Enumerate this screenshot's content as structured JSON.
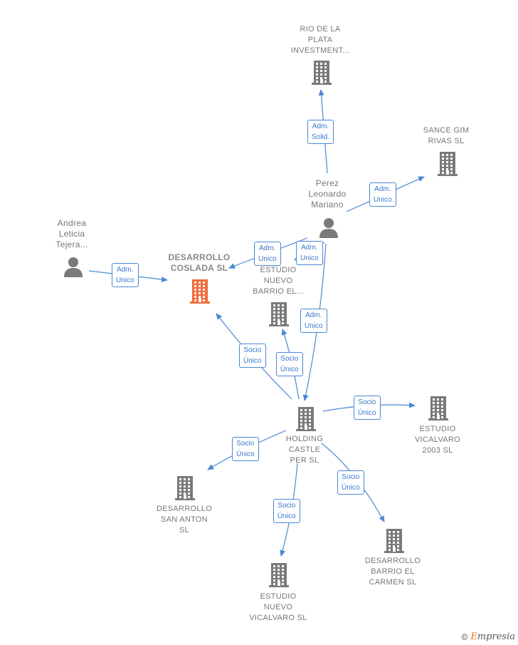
{
  "nodes": {
    "rio": {
      "label": "RIO DE LA\nPLATA\nINVESTMENT..."
    },
    "sance": {
      "label": "SANCE GIM\nRIVAS SL"
    },
    "perez": {
      "label": "Perez\nLeonardo\nMariano"
    },
    "andrea": {
      "label": "Andrea\nLeticia\nTejera..."
    },
    "desarrollo_coslada": {
      "label": "DESARROLLO\nCOSLADA SL"
    },
    "estudio_nuevo_barrio": {
      "label": "ESTUDIO\nNUEVO\nBARRIO EL..."
    },
    "holding": {
      "label": "HOLDING\nCASTLE\nPER SL"
    },
    "estudio_vicalvaro": {
      "label": "ESTUDIO\nVICALVARO\n2003 SL"
    },
    "desarrollo_san_anton": {
      "label": "DESARROLLO\nSAN ANTON\nSL"
    },
    "estudio_nuevo_vicalvaro": {
      "label": "ESTUDIO\nNUEVO\nVICALVARO SL"
    },
    "desarrollo_barrio_carmen": {
      "label": "DESARROLLO\nBARRIO EL\nCARMEN SL"
    }
  },
  "edges": {
    "perez_rio": "Adm.\nSolid.",
    "perez_sance": "Adm.\nUnico",
    "perez_coslada": "Adm.\nUnico",
    "perez_estudio": "Adm.\nUnico",
    "perez_holding": "Adm.\nUnico",
    "andrea_coslada": "Adm.\nUnico",
    "holding_coslada": "Socio\nÚnico",
    "holding_estudio": "Socio\nÚnico",
    "holding_vicalvaro": "Socio\nÚnico",
    "holding_san_anton": "Socio\nÚnico",
    "holding_nuevo_vicalvaro": "Socio\nÚnico",
    "holding_carmen": "Socio\nÚnico"
  },
  "colors": {
    "edge": "#4a87d4",
    "building": "#7a7a7a",
    "focus_building": "#f06b3a",
    "person": "#7a7a7a"
  },
  "footer": {
    "copyright": "©",
    "brand_first": "E",
    "brand_rest": "mpresia"
  }
}
